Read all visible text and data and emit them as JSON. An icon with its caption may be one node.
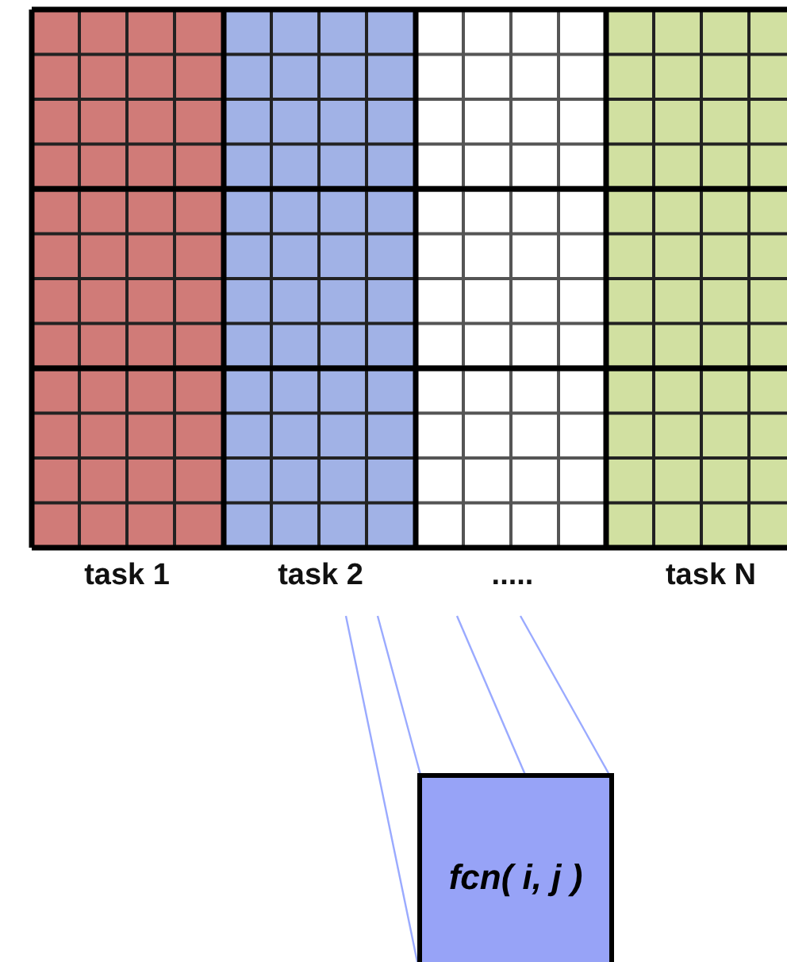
{
  "diagram": {
    "nodes": [
      {
        "text": [
          "fcn( i, j )"
        ]
      }
    ],
    "labels": [
      "task 1",
      "task 2",
      ".....",
      "task N"
    ]
  }
}
